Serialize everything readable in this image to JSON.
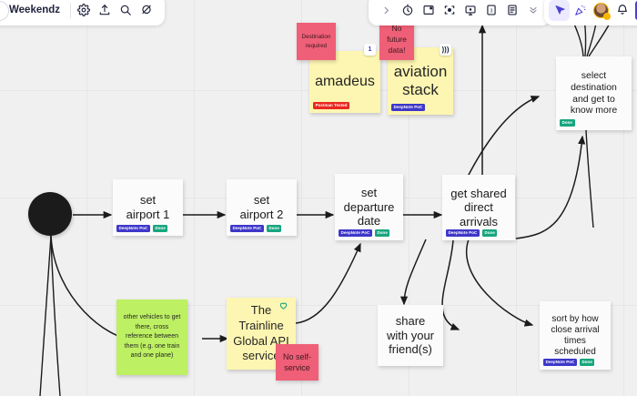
{
  "toolbar": {
    "board_name": "Weekendz",
    "left_icons": [
      "gear-icon",
      "upload-icon",
      "search-icon",
      "plugin-icon"
    ],
    "center_icons": [
      "chevron-right-icon",
      "timer-icon",
      "frame-icon",
      "focus-icon",
      "presentation-icon",
      "card-icon",
      "notes-icon",
      "chevron-double-down-icon"
    ],
    "right_icons": [
      "cursor-icon",
      "celebrate-icon",
      "avatar",
      "bell-icon",
      "share-button"
    ]
  },
  "tags": {
    "deepnote": "DeepNote PoC",
    "done": "Done",
    "postman": "Postman Tested"
  },
  "nodes": [
    {
      "id": "start",
      "text": ""
    },
    {
      "id": "set-airport-1",
      "text": "set\nairport 1",
      "tags": [
        "DeepNote PoC",
        "Done"
      ]
    },
    {
      "id": "set-airport-2",
      "text": "set\nairport 2",
      "tags": [
        "DeepNote PoC",
        "Done"
      ]
    },
    {
      "id": "set-departure",
      "text": "set\ndeparture\ndate",
      "tags": [
        "DeepNote PoC",
        "Done"
      ]
    },
    {
      "id": "shared-arrivals",
      "text": "get shared\ndirect\narrivals",
      "tags": [
        "DeepNote PoC",
        "Done"
      ]
    },
    {
      "id": "select-dest",
      "text": "select\ndestination\nand get to\nknow more",
      "tags": [
        "Done"
      ]
    },
    {
      "id": "share-friends",
      "text": "share\nwith your\nfriend(s)",
      "tags": []
    },
    {
      "id": "sort-arrival",
      "text": "sort by how\nclose arrival\ntimes\nscheduled",
      "tags": [
        "DeepNote PoC",
        "Done"
      ]
    }
  ],
  "stickies": [
    {
      "id": "destination-required",
      "text": "Destination\nrequired",
      "color": "pink"
    },
    {
      "id": "no-future-data",
      "text": "No\nfuture\ndata!",
      "color": "pink"
    },
    {
      "id": "amadeus",
      "text": "amadeus",
      "color": "yellow",
      "tags": [
        "Postman Tested"
      ]
    },
    {
      "id": "aviation-stack",
      "text": "aviation\nstack",
      "color": "yellow",
      "tags": [
        "DeepNote PoC"
      ]
    },
    {
      "id": "other-vehicles",
      "text": "other vehicles to get there, cross reference between them (e.g. one train and one plane)",
      "color": "green2"
    },
    {
      "id": "trainline",
      "text": "The\nTrainline\nGlobal API\nservice",
      "color": "yellow"
    },
    {
      "id": "no-self-service",
      "text": "No self-\nservice",
      "color": "pink"
    }
  ],
  "badges": {
    "amadeus_comment": "1",
    "aviation_reaction": "reaction-icon",
    "trainline_heart": "heart-icon"
  },
  "colors": {
    "canvas": "#f0f0f0",
    "grid": "#e6e6e6",
    "sticky_yellow": "#fdf6b2",
    "sticky_pink": "#ef5f77",
    "sticky_green": "#bdf062",
    "tag_blue": "#3e37c9",
    "tag_green": "#17a67f",
    "tag_red": "#e8281f",
    "accent": "#4a40d4"
  }
}
